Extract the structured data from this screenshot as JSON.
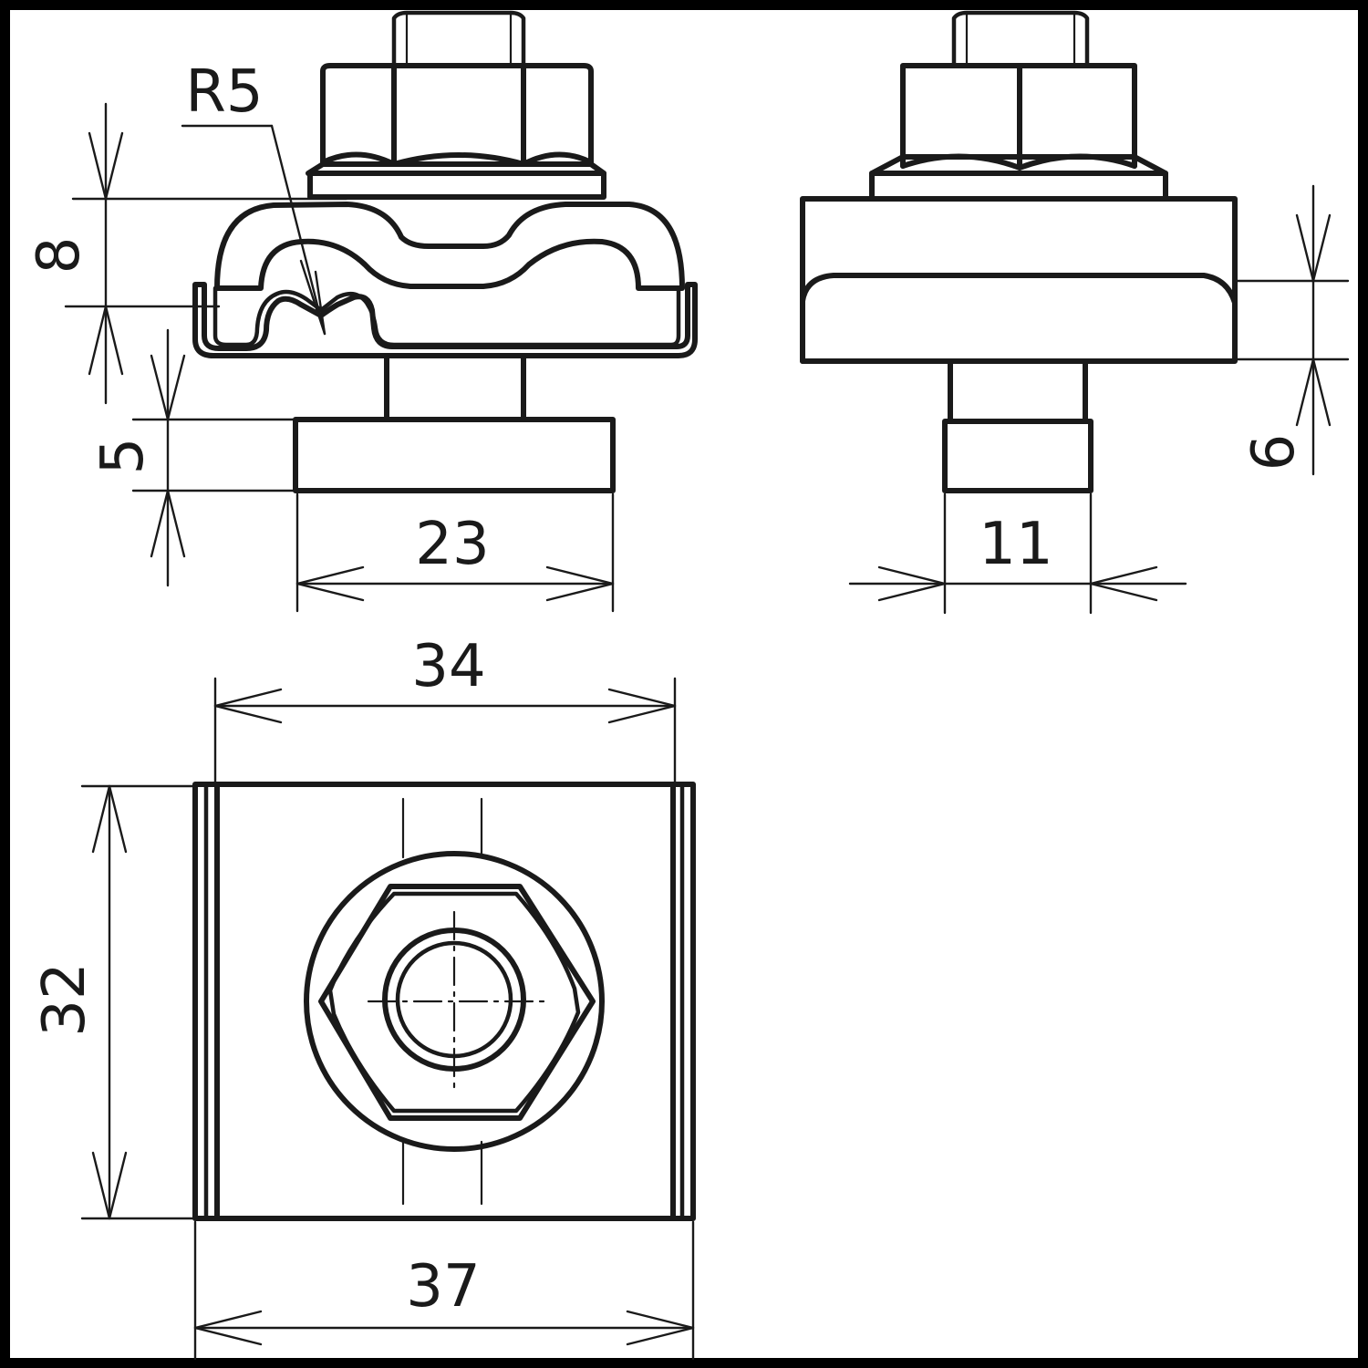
{
  "dimensions": {
    "radius": "R5",
    "clamp_height": "8",
    "base_thickness": "5",
    "base_width": "23",
    "plate_width": "11",
    "plate_thickness": "6",
    "saddle_width": "34",
    "overall_width": "37",
    "depth": "32"
  },
  "colors": {
    "line": "#1a1a1a",
    "background": "#ffffff"
  }
}
